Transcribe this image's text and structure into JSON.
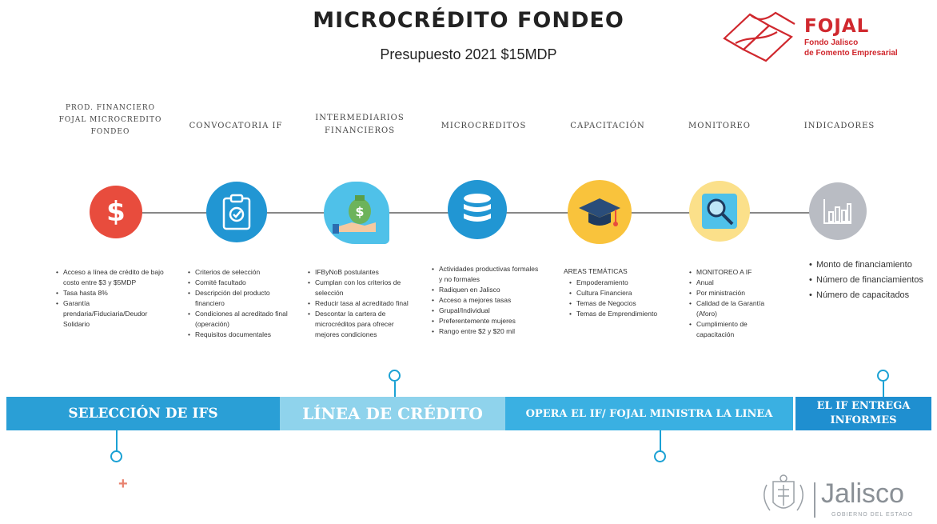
{
  "header": {
    "title": "MICROCRÉDITO FONDEO",
    "subtitle": "Presupuesto 2021 $15MDP"
  },
  "brand": {
    "name": "FOJAL",
    "line1": "Fondo Jalisco",
    "line2": "de Fomento Empresarial",
    "color": "#d0282e"
  },
  "columns": [
    {
      "heading": "PROD. FINANCIERO FOJAL MICROCREDITO FONDEO",
      "icon": "dollar-icon",
      "color": "#e84c3d"
    },
    {
      "heading": "CONVOCATORIA IF",
      "icon": "clipboard-icon",
      "color": "#2196d3"
    },
    {
      "heading": "INTERMEDIARIOS FINANCIEROS",
      "icon": "money-bag-hand-icon",
      "color": "#4fc1e9"
    },
    {
      "heading": "MICROCREDITOS",
      "icon": "database-icon",
      "color": "#2196d3"
    },
    {
      "heading": "CAPACITACIÓN",
      "icon": "graduation-cap-icon",
      "color": "#f9c33c"
    },
    {
      "heading": "MONITOREO",
      "icon": "magnifier-icon",
      "color": "#fbe08a"
    },
    {
      "heading": "INDICADORES",
      "icon": "bar-chart-icon",
      "color": "#b9bcc3"
    }
  ],
  "col1_items": [
    "Acceso a línea de crédito de bajo costo entre $3 y $5MDP",
    "Tasa hasta 8%",
    "Garantía prendaria/Fiduciaria/Deudor Solidario"
  ],
  "col2_items": [
    "Criterios de selección",
    "Comité facultado",
    "Descripción del producto financiero",
    "Condiciones al acreditado final (operación)",
    "Requisitos documentales"
  ],
  "col3_items": [
    "IFByNoB postulantes",
    "Cumplan con los criterios de selección",
    "Reducir tasa al acreditado final",
    "Descontar la cartera de microcréditos para ofrecer mejores condiciones"
  ],
  "col4_items": [
    "Actividades productivas formales y no formales",
    "Radiquen en Jalisco",
    "Acceso a mejores tasas",
    "Grupal/Individual",
    "Preferentemente mujeres",
    "Rango entre $2 y $20 mil"
  ],
  "col5_title": "AREAS TEMÁTICAS",
  "col5_items": [
    "Empoderamiento",
    "Cultura Financiera",
    "Temas de Negocios",
    "Temas de Emprendimiento"
  ],
  "col6_items": [
    "MONITOREO A IF",
    "Anual",
    "Por ministración",
    "Calidad de la Garantía (Aforo)",
    "Cumplimiento de capacitación"
  ],
  "col7_items": [
    "Monto de financiamiento",
    "Número de financiamientos",
    "Número de capacitados"
  ],
  "phases": [
    {
      "label": "SELECCIÓN DE IFS",
      "color": "#2a9fd6"
    },
    {
      "label": "LÍNEA DE CRÉDITO",
      "color": "#8fd3ec"
    },
    {
      "label": "OPERA EL IF/ FOJAL MINISTRA LA LINEA",
      "color": "#3ab0e2"
    },
    {
      "label": "EL IF ENTREGA INFORMES",
      "color": "#1f8fd0"
    }
  ],
  "footer": {
    "gov_name": "Jalisco",
    "gov_sub": "GOBIERNO DEL ESTADO"
  }
}
